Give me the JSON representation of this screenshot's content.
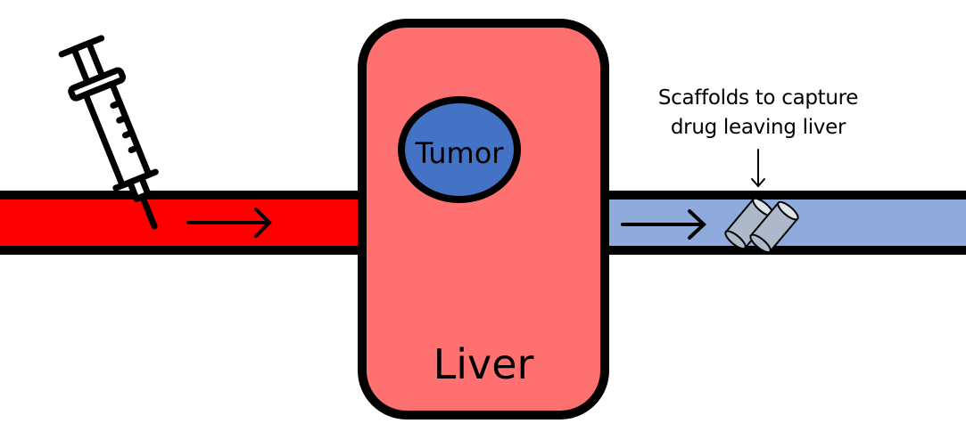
{
  "diagram": {
    "title": "Drug delivery to liver tumor with downstream scaffold capture",
    "colors": {
      "artery": "#ff0000",
      "vein": "#8faadc",
      "liver": "#ff7171",
      "tumor": "#4472c4",
      "scaffold": "#adb9ca",
      "outline": "#000000"
    },
    "nodes": {
      "syringe": {
        "label": "",
        "icon": "syringe-icon"
      },
      "inflow_vessel": {
        "label": "",
        "flow_direction": "right"
      },
      "liver": {
        "label": "Liver"
      },
      "tumor": {
        "label": "Tumor"
      },
      "outflow_vessel": {
        "label": "",
        "flow_direction": "right"
      },
      "scaffolds": {
        "count": 2,
        "icon": "scaffold-cylinder-icon"
      }
    },
    "annotation": {
      "line1": "Scaffolds to capture",
      "line2": "drug leaving liver",
      "points_to": "scaffolds"
    },
    "edges": [
      {
        "from": "syringe",
        "to": "inflow_vessel",
        "label": ""
      },
      {
        "from": "inflow_vessel",
        "to": "liver",
        "label": ""
      },
      {
        "from": "liver",
        "to": "outflow_vessel",
        "label": ""
      },
      {
        "from": "annotation",
        "to": "scaffolds",
        "label": ""
      }
    ]
  }
}
